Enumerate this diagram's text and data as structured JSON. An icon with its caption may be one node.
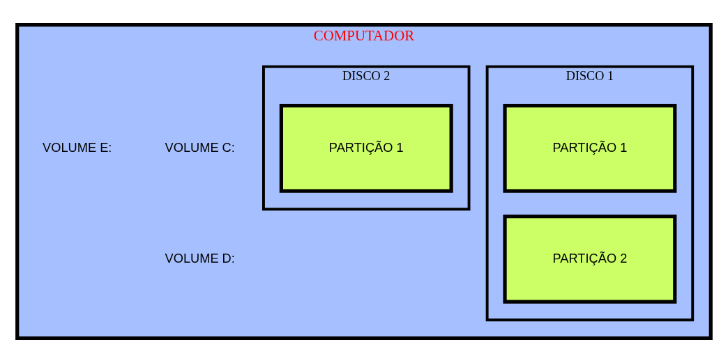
{
  "diagram": {
    "nodes": [
      {
        "text": [
          "COMPUTADOR"
        ]
      },
      {
        "text": [
          "DISCO 1"
        ],
        "in": 0
      },
      {
        "text": [
          "PARTIÇÃO 1"
        ],
        "in": 1
      },
      {
        "text": [
          "PARTIÇÃO 2"
        ],
        "in": 1
      },
      {
        "text": [
          "DISCO 2"
        ],
        "in": 0
      },
      {
        "text": [
          "PARTIÇÃO 1"
        ],
        "in": 4
      }
    ],
    "labels": [
      "VOLUME C:",
      "VOLUME E:",
      "VOLUME D:"
    ]
  }
}
